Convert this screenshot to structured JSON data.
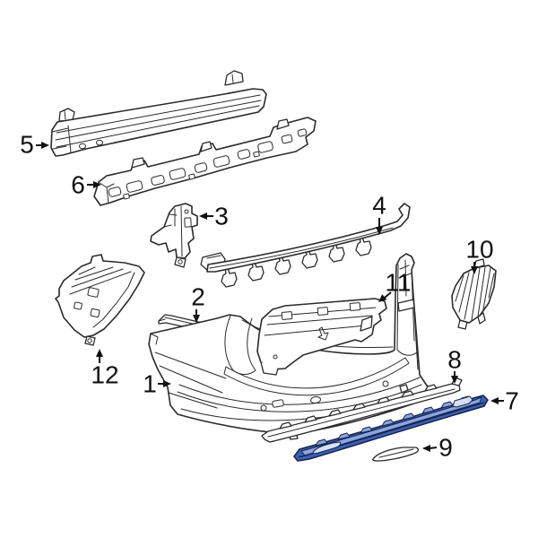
{
  "diagram": {
    "background_color": "#ffffff",
    "line_color": "#2a2a2a",
    "callout_color": "#111111",
    "highlight": {
      "callout": "7",
      "fill": "#3a61b2",
      "light_fill": "#8aa6dd",
      "slot_fill": "#d6e0f2",
      "outline": "#16224e"
    },
    "callouts": [
      {
        "label": "1"
      },
      {
        "label": "2"
      },
      {
        "label": "3"
      },
      {
        "label": "4"
      },
      {
        "label": "5"
      },
      {
        "label": "6"
      },
      {
        "label": "7"
      },
      {
        "label": "8"
      },
      {
        "label": "9"
      },
      {
        "label": "10"
      },
      {
        "label": "11"
      },
      {
        "label": "12"
      }
    ]
  }
}
